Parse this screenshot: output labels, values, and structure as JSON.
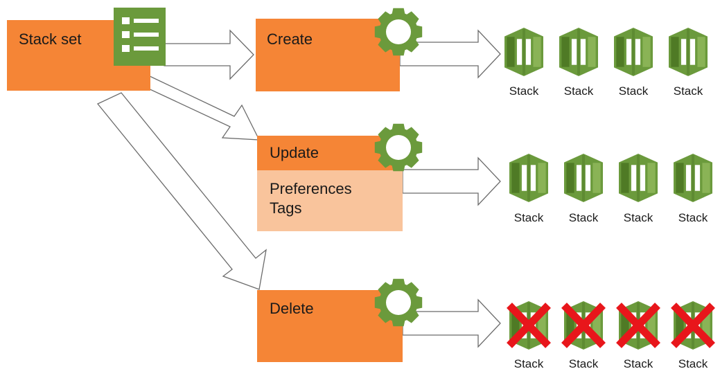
{
  "stack_set": {
    "label": "Stack set"
  },
  "operations": [
    {
      "label": "Create",
      "details": [],
      "stacks": [
        "Stack",
        "Stack",
        "Stack",
        "Stack"
      ],
      "deleted": false
    },
    {
      "label": "Update",
      "details": [
        "Preferences",
        "Tags"
      ],
      "stacks": [
        "Stack",
        "Stack",
        "Stack",
        "Stack"
      ],
      "deleted": false
    },
    {
      "label": "Delete",
      "details": [],
      "stacks": [
        "Stack",
        "Stack",
        "Stack",
        "Stack"
      ],
      "deleted": true
    }
  ],
  "colors": {
    "box": "#f58536",
    "box_light": "#f9c49c",
    "icon_green": "#6b9a3c",
    "icon_green_dark": "#4f7a25",
    "icon_green_light": "#8ab356",
    "delete_x": "#e8161b"
  },
  "icons": {
    "stack_set": "list-icon",
    "operation": "gear-icon",
    "stack": "cloudformation-stack-icon",
    "deleted": "red-x-icon"
  }
}
